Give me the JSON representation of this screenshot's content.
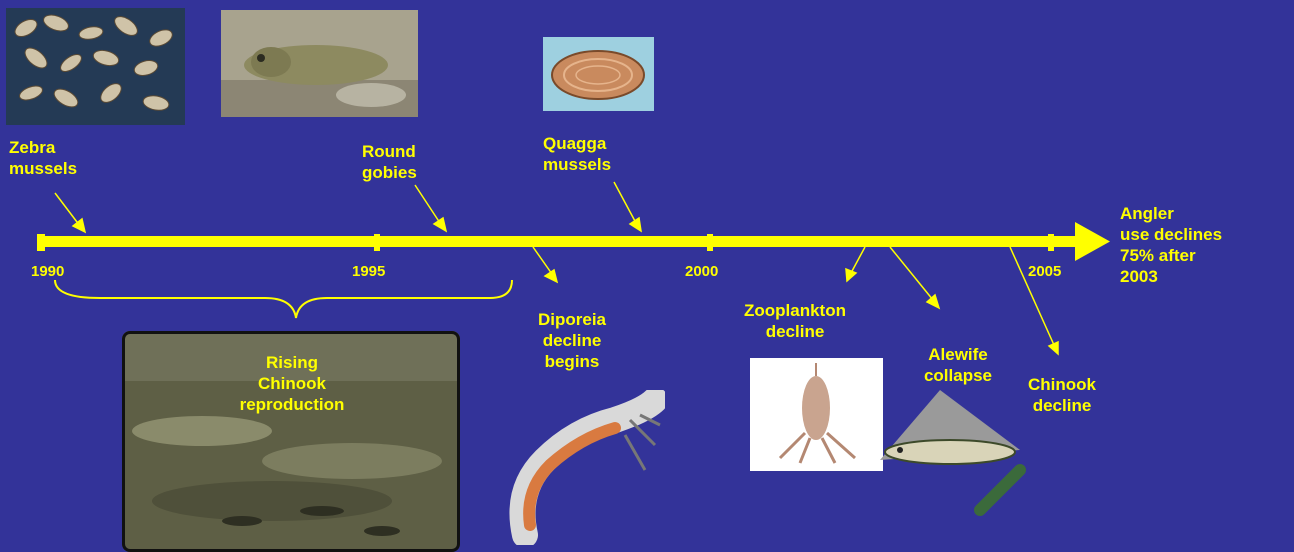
{
  "timeline": {
    "ticks": [
      "1990",
      "1995",
      "2000",
      "2005"
    ]
  },
  "events": {
    "zebra": "Zebra\nmussels",
    "gobies": "Round\ngobies",
    "quagga": "Quagga\nmussels",
    "angler": "Angler\nuse declines\n75% after\n2003",
    "diporeia": "Diporeia\ndecline\nbegins",
    "zooplankton": "Zooplankton\ndecline",
    "alewife": "Alewife\ncollapse",
    "chinook_decline": "Chinook\ndecline",
    "chinook_rising": "Rising\nChinook\nreproduction"
  },
  "colors": {
    "background": "#333399",
    "accent": "#ffff00"
  }
}
